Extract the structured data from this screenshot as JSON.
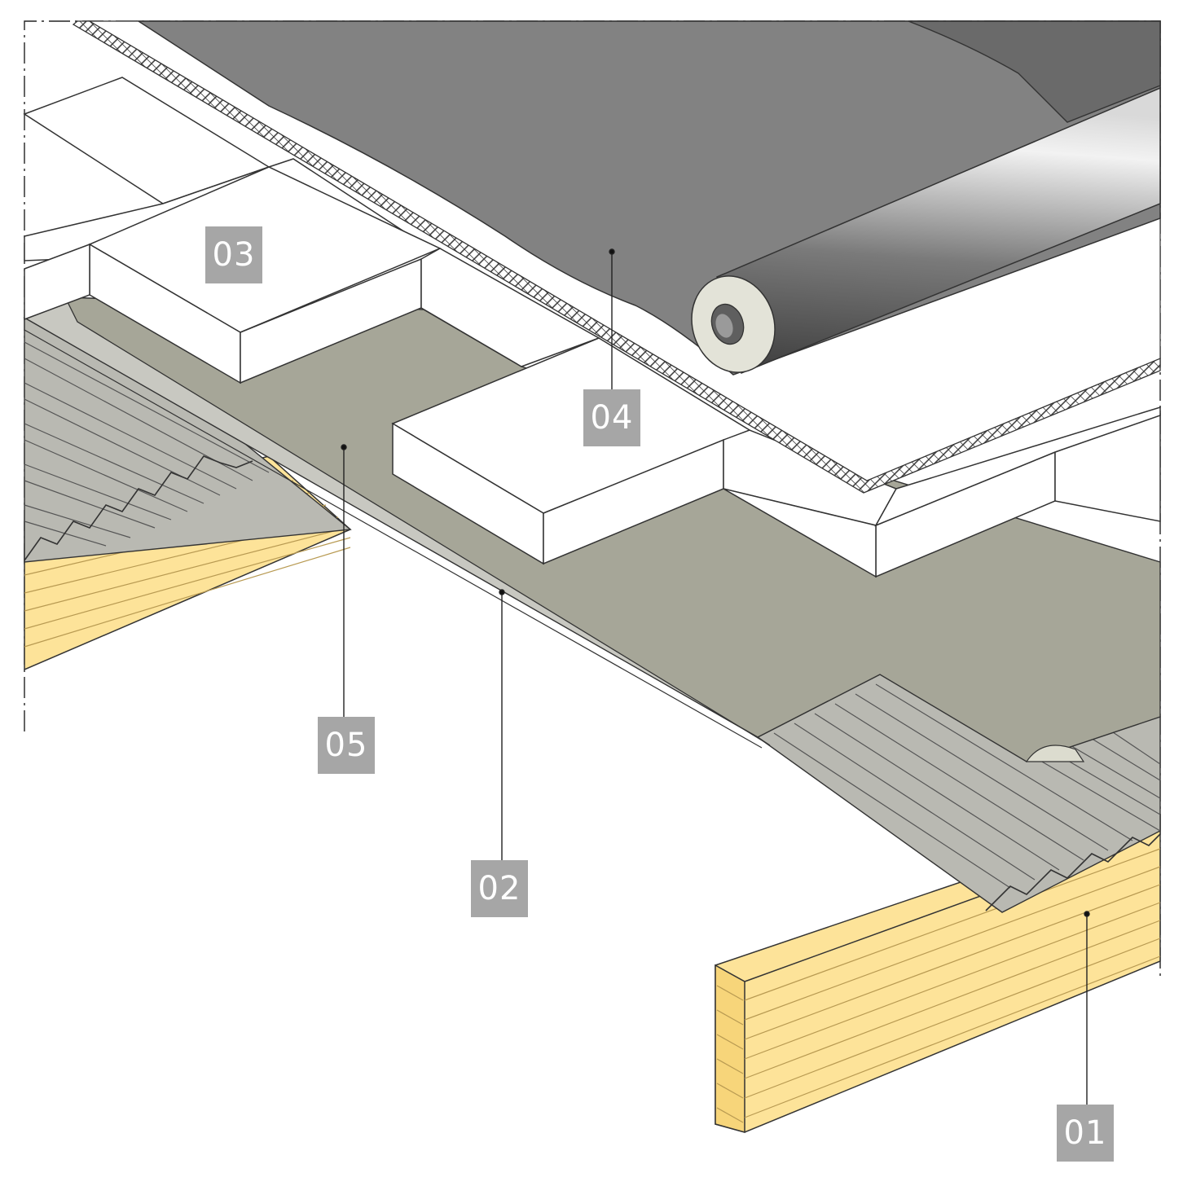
{
  "colors": {
    "membrane": "#828282",
    "membrane_dark": "#6a6a6a",
    "vapour_control": "#a6a698",
    "deck_light": "#c4c4bd",
    "deck_dark": "#8f8f88",
    "timber": "#fde399",
    "timber_line": "#b89a52",
    "insulation": "#ffffff",
    "tag_bg": "#a6a6a6",
    "tag_text": "#ffffff"
  },
  "labels": [
    {
      "id": "01",
      "text": "01"
    },
    {
      "id": "02",
      "text": "02"
    },
    {
      "id": "03",
      "text": "03"
    },
    {
      "id": "04",
      "text": "04"
    },
    {
      "id": "05",
      "text": "05"
    }
  ]
}
